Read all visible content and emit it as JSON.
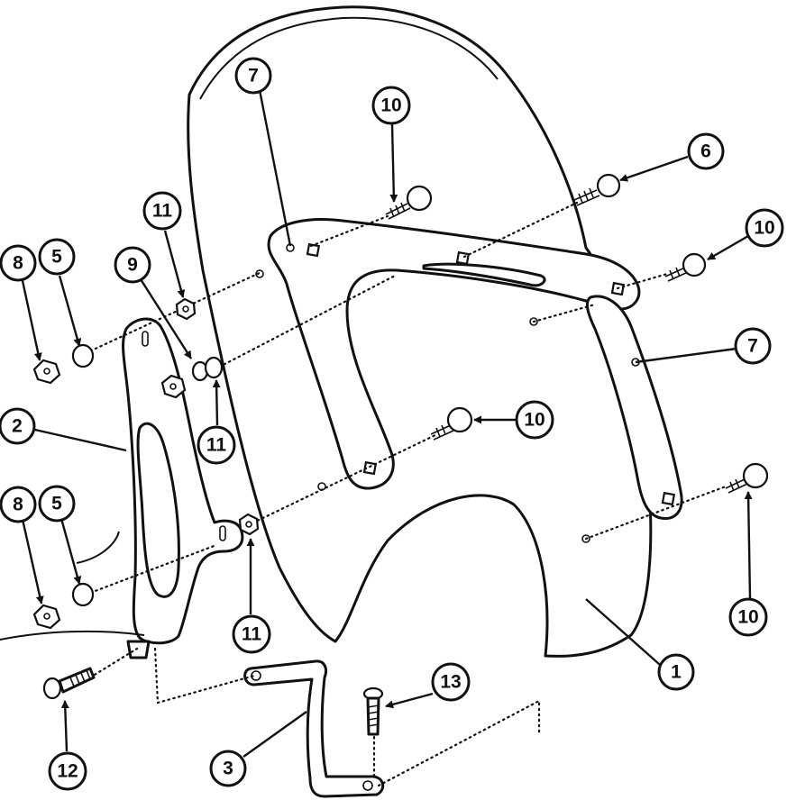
{
  "callouts": [
    {
      "id": "c1",
      "label": "1"
    },
    {
      "id": "c2",
      "label": "2"
    },
    {
      "id": "c3",
      "label": "3"
    },
    {
      "id": "c5a",
      "label": "5"
    },
    {
      "id": "c5b",
      "label": "5"
    },
    {
      "id": "c6",
      "label": "6"
    },
    {
      "id": "c7a",
      "label": "7"
    },
    {
      "id": "c7b",
      "label": "7"
    },
    {
      "id": "c8a",
      "label": "8"
    },
    {
      "id": "c8b",
      "label": "8"
    },
    {
      "id": "c9",
      "label": "9"
    },
    {
      "id": "c10a",
      "label": "10"
    },
    {
      "id": "c10b",
      "label": "10"
    },
    {
      "id": "c10c",
      "label": "10"
    },
    {
      "id": "c10d",
      "label": "10"
    },
    {
      "id": "c11a",
      "label": "11"
    },
    {
      "id": "c11b",
      "label": "11"
    },
    {
      "id": "c11c",
      "label": "11"
    },
    {
      "id": "c12",
      "label": "12"
    },
    {
      "id": "c13",
      "label": "13"
    }
  ]
}
